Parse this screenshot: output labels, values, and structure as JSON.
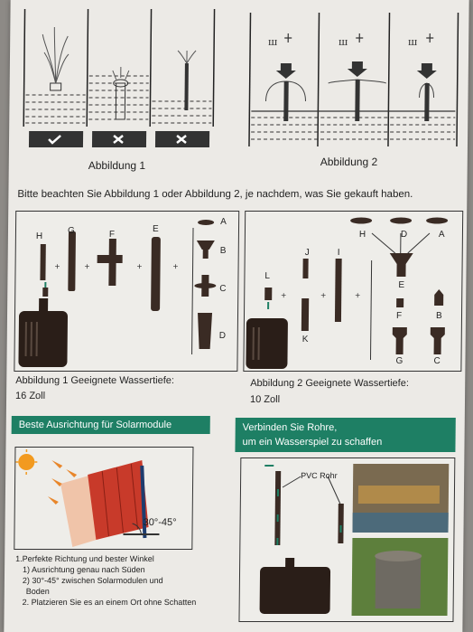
{
  "captions": {
    "fig1": "Abbildung 1",
    "fig2": "Abbildung 2"
  },
  "instruction": "Bitte beachten Sie Abbildung 1 oder Abbildung 2, je nachdem, was Sie gekauft haben.",
  "plus": "+",
  "parts1": {
    "labels": [
      "H",
      "G",
      "F",
      "E",
      "A",
      "B",
      "C",
      "D"
    ]
  },
  "parts2": {
    "labels": [
      "H",
      "D",
      "A",
      "L",
      "J",
      "K",
      "I",
      "E",
      "F",
      "B",
      "G",
      "C"
    ]
  },
  "depth1": {
    "label": "Abbildung 1 Geeignete Wassertiefe:",
    "value": "16 Zoll"
  },
  "depth2": {
    "label": "Abbildung 2 Geeignete Wassertiefe:",
    "value": "10 Zoll"
  },
  "solar": {
    "heading": "Beste Ausrichtung für Solarmodule",
    "angle": "30°-45°",
    "notes": [
      "1.Perfekte Richtung und bester Winkel",
      "1) Ausrichtung genau nach Süden",
      "2) 30°-45° zwischen Solarmodulen und",
      "Boden",
      "2. Platzieren Sie es an einem Ort ohne Schatten"
    ]
  },
  "pipes": {
    "heading_line1": "Verbinden Sie Rohre,",
    "heading_line2": "um ein Wasserspiel zu schaffen",
    "pvc_label": "PVC Rohr"
  }
}
